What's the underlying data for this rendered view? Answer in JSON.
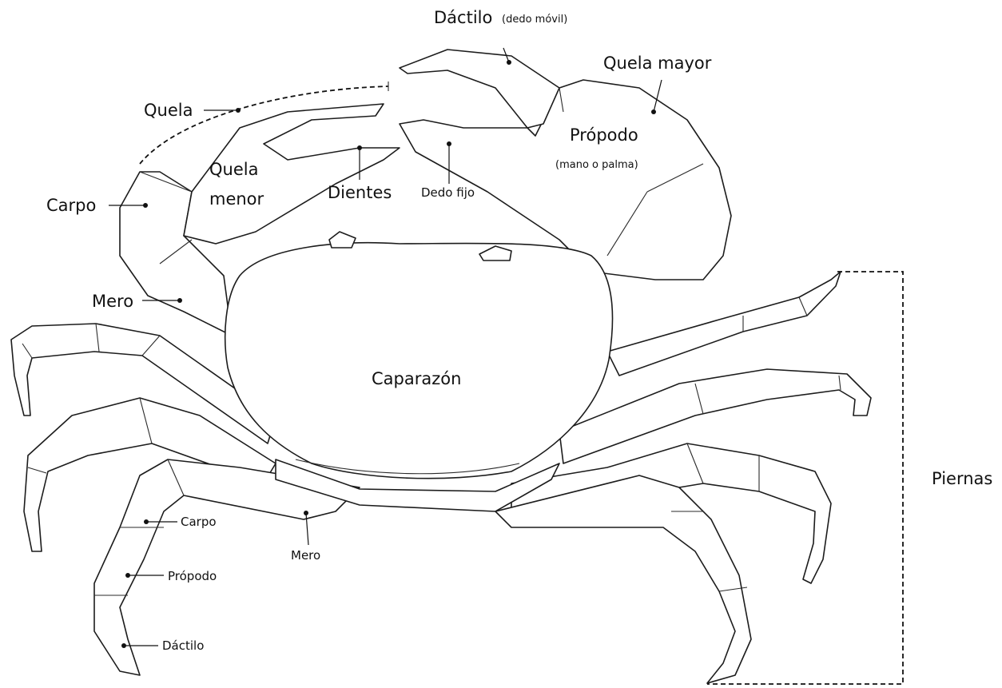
{
  "labels": {
    "dactilo_top": "Dáctilo",
    "dactilo_top_note": "(dedo móvil)",
    "quela_mayor": "Quela mayor",
    "propodo_top": "Própodo",
    "propodo_top_note": "(mano o palma)",
    "dedo_fijo": "Dedo fijo",
    "quela": "Quela",
    "quela_menor_1": "Quela",
    "quela_menor_2": "menor",
    "dientes": "Dientes",
    "carpo_left": "Carpo",
    "mero_left": "Mero",
    "caparazon": "Caparazón",
    "piernas": "Piernas",
    "carpo_leg": "Carpo",
    "mero_leg": "Mero",
    "propodo_leg": "Própodo",
    "dactilo_leg": "Dáctilo"
  },
  "colors": {
    "line": "#1c1c1c",
    "text": "#111111",
    "background": "#ffffff"
  }
}
